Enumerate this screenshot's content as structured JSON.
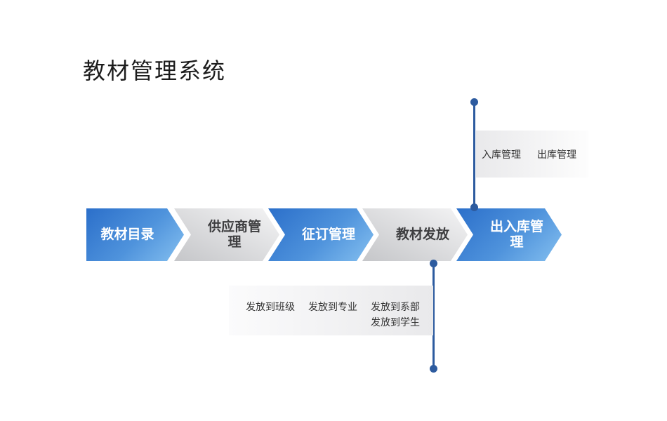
{
  "title": "教材管理系统",
  "steps": [
    {
      "label": "教材目录",
      "variant": "blue"
    },
    {
      "label": "供应商管理",
      "variant": "gray"
    },
    {
      "label": "征订管理",
      "variant": "blue"
    },
    {
      "label": "教材发放",
      "variant": "gray"
    },
    {
      "label": "出入库管理",
      "variant": "blue"
    }
  ],
  "callouts": {
    "top": {
      "items": [
        "入库管理",
        "出库管理"
      ]
    },
    "bottom": {
      "row1": [
        "发放到班级",
        "发放到专业",
        "发放到系部"
      ],
      "row2": [
        "发放到学生"
      ]
    }
  },
  "colors": {
    "blue_start": "#2b6fca",
    "blue_mid": "#4f93dc",
    "blue_end": "#85c0f0",
    "gray_start": "#f4f4f5",
    "gray_end": "#c5c6c9",
    "gray_text": "#3e3e40",
    "connector": "#2d5b9f",
    "callout_bg": "#e9e9eb",
    "callout_text": "#333333"
  }
}
